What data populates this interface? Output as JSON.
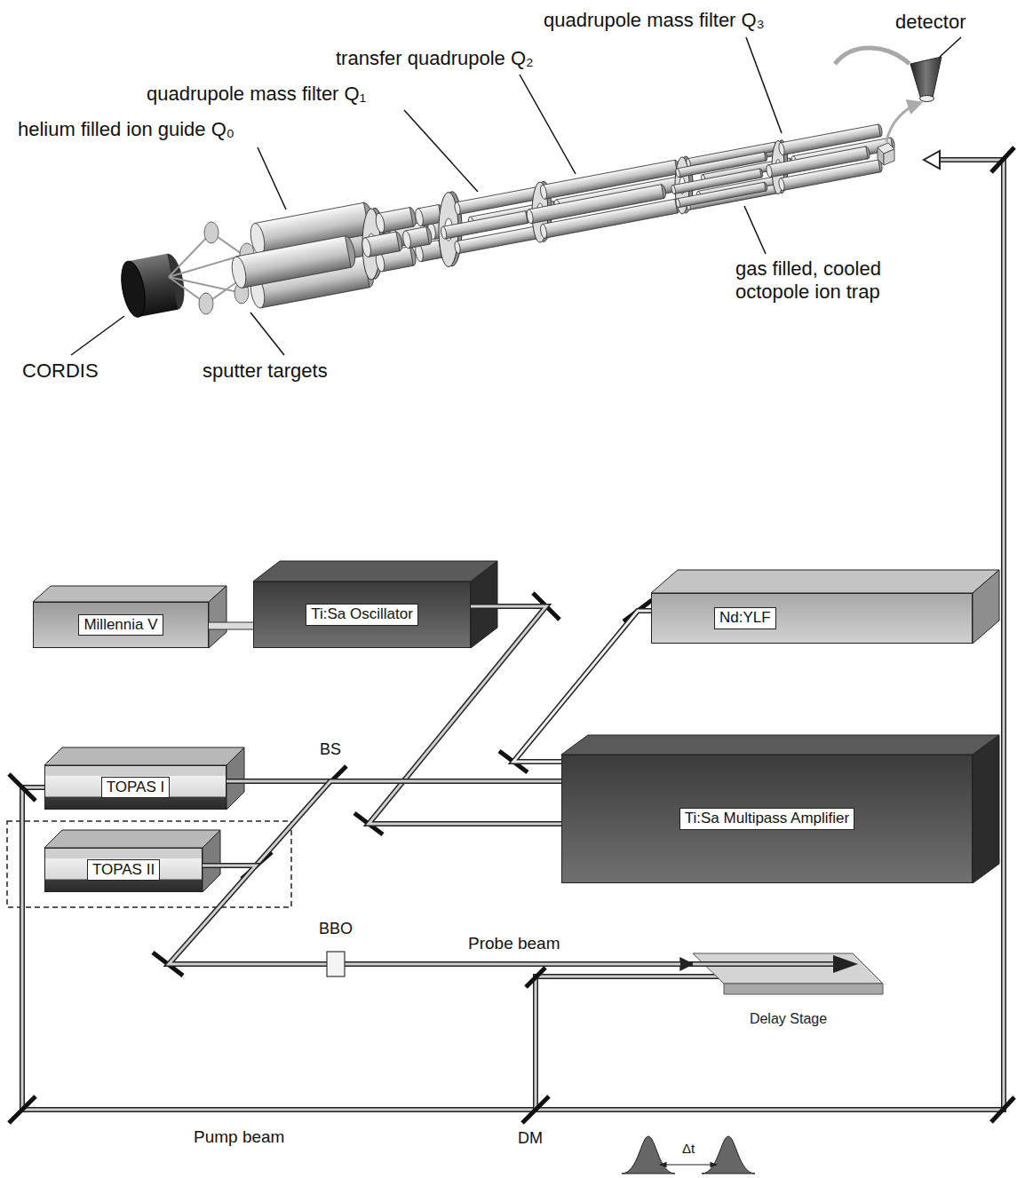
{
  "diagram": {
    "nodes": [
      {
        "text": [
          "Millennia V"
        ]
      },
      {
        "text": [
          "Ti:Sa Oscillator"
        ]
      },
      {
        "text": [
          "Nd:YLF"
        ]
      },
      {
        "text": [
          "TOPAS I"
        ]
      },
      {
        "text": [
          "Ti:Sa Multipass Amplifier"
        ]
      },
      {
        "text": [
          "TOPAS II"
        ]
      },
      {
        "text": [
          "Delay Stage"
        ]
      }
    ],
    "edges": [
      {
        "from": 0,
        "to": 1,
        "arrow": "none"
      },
      {
        "from": 1,
        "to": 4,
        "arrow": "none"
      },
      {
        "from": 2,
        "to": 4,
        "arrow": "none"
      },
      {
        "from": 4,
        "to": 3,
        "arrow": "none"
      },
      {
        "from": 4,
        "to": 5,
        "arrow": "none"
      },
      {
        "from": 5,
        "to": 6,
        "arrow": "to"
      }
    ],
    "labels": [
      "quadrupole mass filter Q₃",
      "detector",
      "transfer quadrupole Q₂",
      "quadrupole mass filter Q₁",
      "helium filled ion guide Q₀",
      "gas filled, cooled octopole ion trap",
      "CORDIS",
      "sputter targets",
      "BS",
      "BBO",
      "Probe beam",
      "Pump beam",
      "DM",
      "Δt"
    ]
  }
}
